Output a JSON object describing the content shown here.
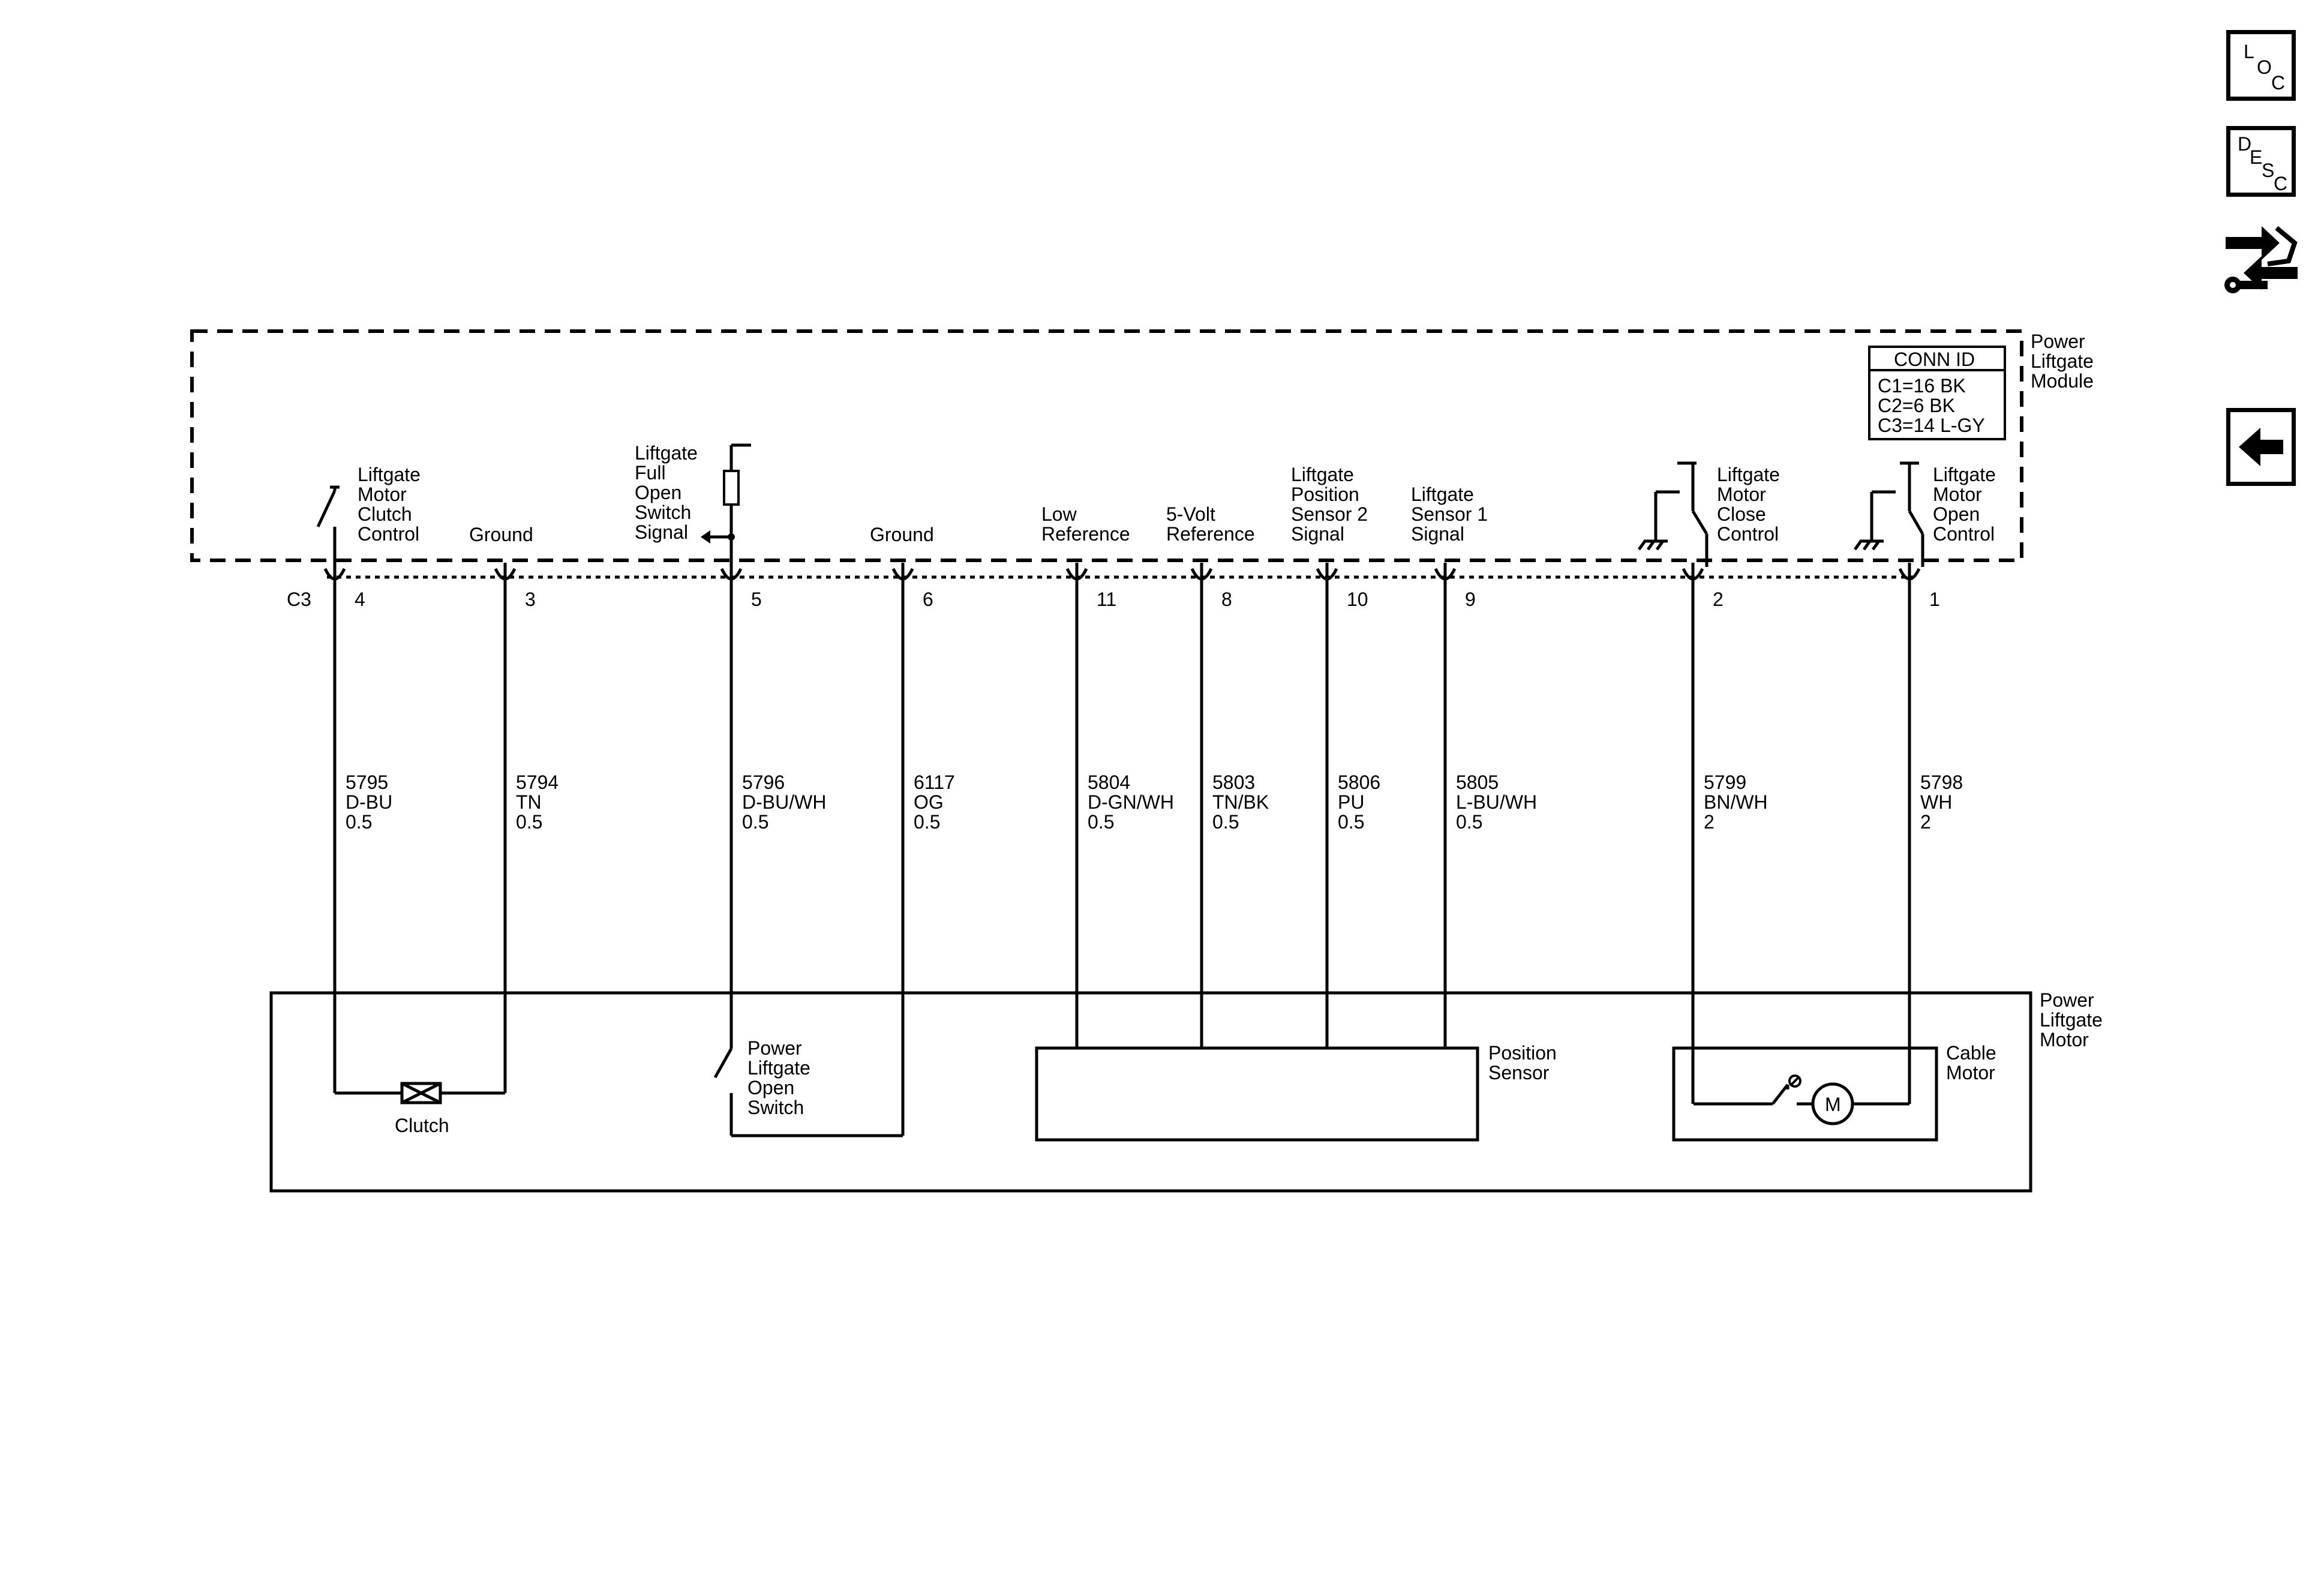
{
  "side_buttons": {
    "loc": [
      "L",
      "O",
      "C"
    ],
    "desc": [
      "D",
      "E",
      "S",
      "C"
    ],
    "swap_icon": "arrows-swap-wrench-icon",
    "back_icon": "left-arrow-icon"
  },
  "module": {
    "name": [
      "Power",
      "Liftgate",
      "Module"
    ],
    "conn_id": {
      "header": "CONN ID",
      "rows": [
        "C1=16 BK",
        "C2=6 BK",
        "C3=14 L-GY"
      ]
    },
    "connector": "C3"
  },
  "motor": {
    "name": [
      "Power",
      "Liftgate",
      "Motor"
    ],
    "clutch": "Clutch",
    "open_switch": [
      "Power",
      "Liftgate",
      "Open",
      "Switch"
    ],
    "position_sensor": [
      "Position",
      "Sensor"
    ],
    "cable_motor": [
      "Cable",
      "Motor"
    ],
    "motor_symbol": "M"
  },
  "pins": [
    {
      "pin": "4",
      "label": [
        "Liftgate",
        "Motor",
        "Clutch",
        "Control"
      ],
      "circuit": "5795",
      "color": "D-BU",
      "gauge": "0.5"
    },
    {
      "pin": "3",
      "label": [
        "Ground"
      ],
      "circuit": "5794",
      "color": "TN",
      "gauge": "0.5"
    },
    {
      "pin": "5",
      "label": [
        "Liftgate",
        "Full",
        "Open",
        "Switch",
        "Signal"
      ],
      "circuit": "5796",
      "color": "D-BU/WH",
      "gauge": "0.5"
    },
    {
      "pin": "6",
      "label": [
        "Ground"
      ],
      "circuit": "6117",
      "color": "OG",
      "gauge": "0.5"
    },
    {
      "pin": "11",
      "label": [
        "Low",
        "Reference"
      ],
      "circuit": "5804",
      "color": "D-GN/WH",
      "gauge": "0.5"
    },
    {
      "pin": "8",
      "label": [
        "5-Volt",
        "Reference"
      ],
      "circuit": "5803",
      "color": "TN/BK",
      "gauge": "0.5"
    },
    {
      "pin": "10",
      "label": [
        "Liftgate",
        "Position",
        "Sensor 2",
        "Signal"
      ],
      "circuit": "5806",
      "color": "PU",
      "gauge": "0.5"
    },
    {
      "pin": "9",
      "label": [
        "Liftgate",
        "Sensor 1",
        "Signal"
      ],
      "circuit": "5805",
      "color": "L-BU/WH",
      "gauge": "0.5"
    },
    {
      "pin": "2",
      "label": [
        "Liftgate",
        "Motor",
        "Close",
        "Control"
      ],
      "circuit": "5799",
      "color": "BN/WH",
      "gauge": "2"
    },
    {
      "pin": "1",
      "label": [
        "Liftgate",
        "Motor",
        "Open",
        "Control"
      ],
      "circuit": "5798",
      "color": "WH",
      "gauge": "2"
    }
  ]
}
